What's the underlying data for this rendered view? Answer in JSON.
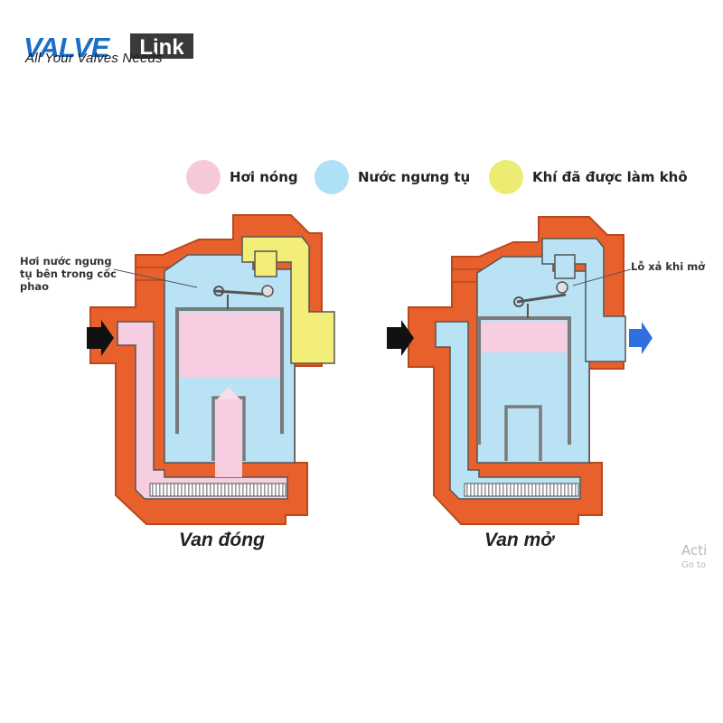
{
  "brand": {
    "logo_text": "VALVE",
    "logo_badge": "Link",
    "tagline": "All Your Valves Needs"
  },
  "colors": {
    "brand_blue": "#1a6fc8",
    "badge_bg": "#3a3a3a",
    "body": "#e8602c",
    "body_dark": "#b9481c",
    "steam": "#f6cde1",
    "water": "#b9e2f4",
    "air": "#f3ee77",
    "metal": "#8c8c8c",
    "arrow_in": "#111111",
    "arrow_out": "#2f6fe0"
  },
  "legend": [
    {
      "label": "Hơi nóng",
      "color": "#f6c9d6"
    },
    {
      "label": "Nước ngưng tụ",
      "color": "#aee0f6"
    },
    {
      "label": "Khí đã được làm khô",
      "color": "#ecec73"
    }
  ],
  "diagrams": {
    "closed": {
      "caption": "Van đóng",
      "callout": "Hơi nước ngưng\ntụ bên trong cốc\nphao"
    },
    "open": {
      "caption": "Van mở",
      "callout": "Lỗ xả khi mở"
    }
  },
  "watermark": {
    "line1": "Acti",
    "line2": "Go to"
  },
  "icons": {
    "inlet": "inlet-arrow-icon",
    "outlet": "outlet-arrow-icon"
  }
}
